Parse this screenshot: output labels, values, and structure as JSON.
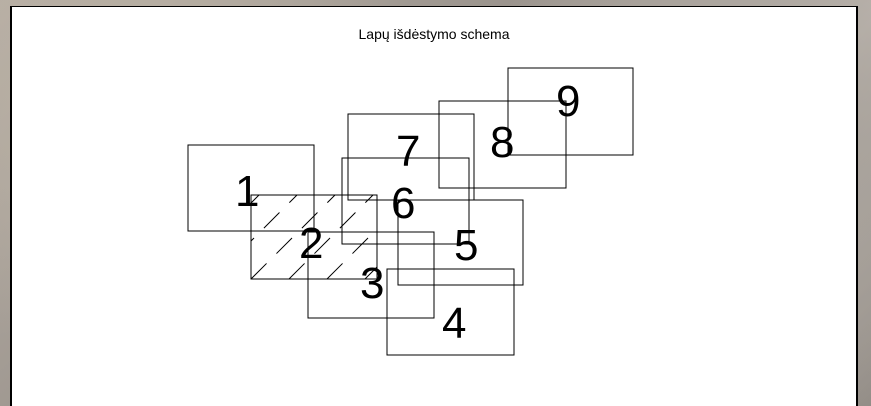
{
  "diagram": {
    "title": "Lapų išdėstymo schema",
    "sheets": [
      {
        "label": "1",
        "hatched": false
      },
      {
        "label": "2",
        "hatched": true
      },
      {
        "label": "3",
        "hatched": false
      },
      {
        "label": "4",
        "hatched": false
      },
      {
        "label": "5",
        "hatched": false
      },
      {
        "label": "6",
        "hatched": false
      },
      {
        "label": "7",
        "hatched": false
      },
      {
        "label": "8",
        "hatched": false
      },
      {
        "label": "9",
        "hatched": false
      }
    ],
    "colors": {
      "stroke": "#000000",
      "sheet_background": "#ffffff"
    }
  }
}
